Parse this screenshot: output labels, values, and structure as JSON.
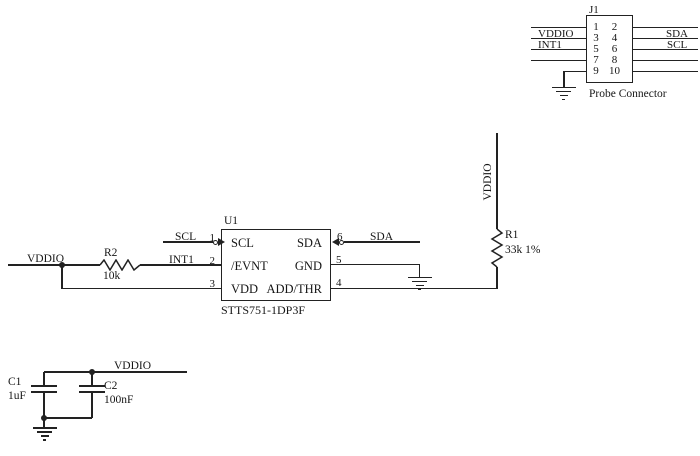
{
  "colors": {
    "background": "#ffffff",
    "line": "#222222",
    "text": "#161616"
  },
  "nets": {
    "vddio": "VDDIO",
    "int1": "INT1",
    "scl": "SCL",
    "sda": "SDA"
  },
  "probe_connector": {
    "refdes": "J1",
    "caption": "Probe Connector",
    "left_pins": [
      "1",
      "3",
      "5",
      "7",
      "9"
    ],
    "right_pins": [
      "2",
      "4",
      "6",
      "8",
      "10"
    ],
    "left_labels": {
      "row2": "VDDIO",
      "row3": "INT1"
    },
    "right_labels": {
      "row2": "SDA",
      "row3": "SCL"
    }
  },
  "u1": {
    "refdes": "U1",
    "part": "STTS751-1DP3F",
    "left_pins": [
      {
        "num": "1",
        "name": "SCL",
        "net": "SCL"
      },
      {
        "num": "2",
        "name": "/EVNT",
        "net": "INT1"
      },
      {
        "num": "3",
        "name": "VDD",
        "net": ""
      }
    ],
    "right_pins": [
      {
        "num": "6",
        "name": "SDA",
        "net": "SDA"
      },
      {
        "num": "5",
        "name": "GND",
        "net": ""
      },
      {
        "num": "4",
        "name": "ADD/THR",
        "net": ""
      }
    ]
  },
  "resistors": [
    {
      "refdes": "R1",
      "value": "33k 1%",
      "rail": "VDDIO"
    },
    {
      "refdes": "R2",
      "value": "10k"
    }
  ],
  "capacitors": [
    {
      "refdes": "C1",
      "value": "1uF"
    },
    {
      "refdes": "C2",
      "value": "100nF"
    }
  ],
  "power_labels": {
    "left_rail": "VDDIO",
    "r1_rail": "VDDIO",
    "cap_rail": "VDDIO"
  }
}
